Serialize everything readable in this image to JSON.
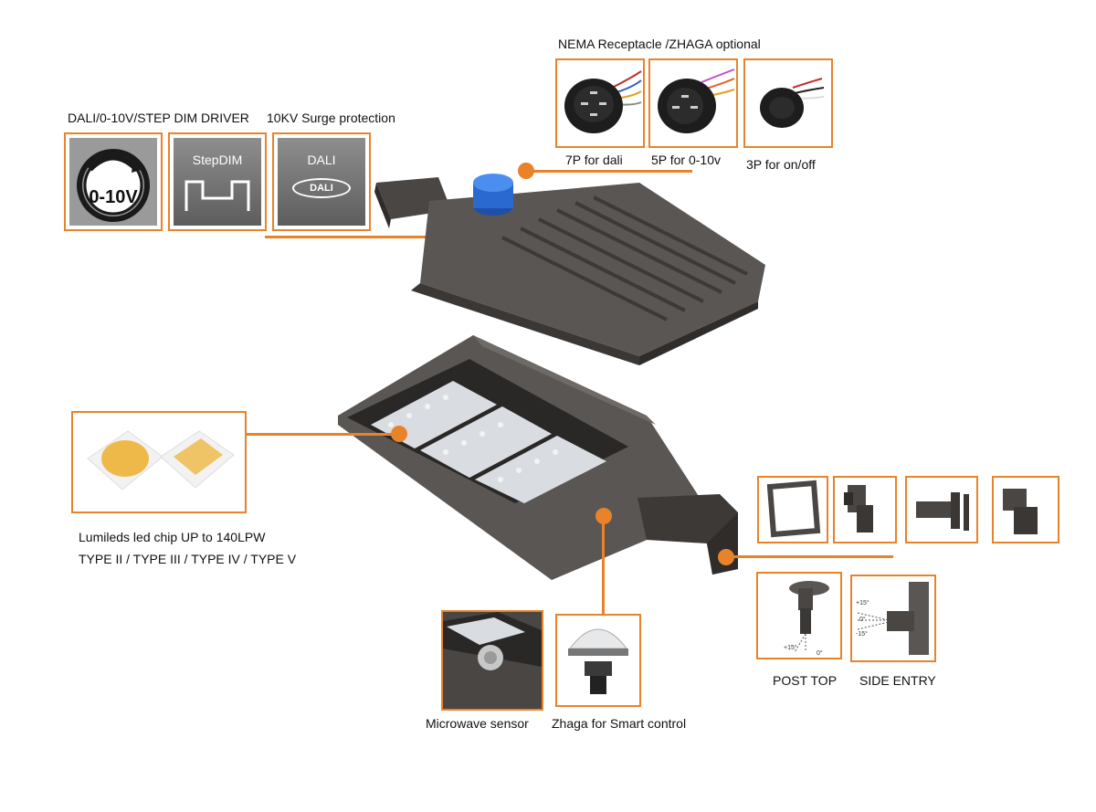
{
  "labels": {
    "nema": "NEMA Receptacle /ZHAGA optional",
    "driver": "DALI/0-10V/STEP DIM DRIVER",
    "surge": "10KV Surge protection",
    "p7": "7P for dali",
    "p5": "5P for 0-10v",
    "p3": "3P for on/off",
    "chip": "Lumileds led chip UP to 140LPW",
    "types": "TYPE II / TYPE III / TYPE IV  / TYPE V",
    "microwave": "Microwave sensor",
    "zhaga": "Zhaga  for Smart control",
    "post_top": "POST TOP",
    "side_entry": "SIDE ENTRY"
  },
  "icons": {
    "dim_010v": "0-10V",
    "stepdim": "StepDIM",
    "dali": "DALI",
    "dali_logo": "DALI"
  },
  "angles": {
    "post_plus": "+15°",
    "post_zero": "0°",
    "side_plus": "+15°",
    "side_zero": "0°",
    "side_minus": "-15°"
  },
  "colors": {
    "accent": "#e8832a",
    "housing": "#54504d",
    "housing_dark": "#3a3735"
  }
}
